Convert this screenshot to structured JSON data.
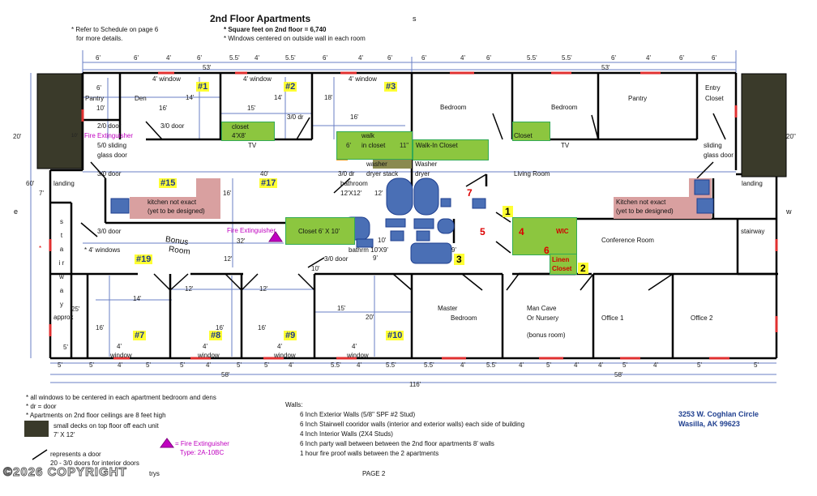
{
  "header": {
    "title": "2nd Floor Apartments",
    "compass_top": "s",
    "refer_note_1": "*  Refer to Schedule on page 6",
    "refer_note_2": "for more details.",
    "sqft_note": "*  Square feet on 2nd floor = 6,740",
    "windows_note": "*  Windows centered on outside wall in each room"
  },
  "compass": {
    "east": "e",
    "west": "w"
  },
  "top_dimensions": {
    "top_row": [
      "6'",
      "6'",
      "4'",
      "6'",
      "5.5'",
      "4'",
      "5.5'",
      "6'",
      "4'",
      "6'",
      "6'",
      "4'",
      "6'",
      "5.5'",
      "5.5'",
      "6'",
      "4'",
      "6'",
      "6'"
    ],
    "left_total": "53'",
    "right_total": "53'"
  },
  "side_dimensions": {
    "left_20": "20'",
    "left_60": "60'",
    "left_7": "7'",
    "right_20": "20''",
    "approx_25": "25'",
    "approx_5": "5'"
  },
  "rooms": {
    "pantry_left": "Pantry",
    "pantry_left_w": "6'",
    "pantry_left_h": "10'",
    "den": "Den",
    "den_w": "16'",
    "window_1": "4' window",
    "unit1": "#1",
    "unit1_h": "14'",
    "window_2": "4' window",
    "unit2": "#2",
    "unit2_w": "15'",
    "unit2_h": "14'",
    "unit3": "#3",
    "window_3": "4' window",
    "unit3_h": "18'",
    "unit3_w": "16'",
    "door_2_0": "2/0 door",
    "door_3_0a": "3/0 door",
    "door_3_0_dr": "3/0 dr",
    "closet_4x8": "closet\n4'X8'",
    "closet_a": "closet",
    "closet_b": "4'X8'",
    "tv_left": "TV",
    "fire_ext_left": "Fire Extinguisher",
    "ten_ft": "10'",
    "sliding_left_1": "5/0 sliding",
    "sliding_left_2": "glass door",
    "walk_in_closet_a": "walk",
    "walk_in_closet_b": "in closet",
    "wic_6": "6'",
    "wic_11": "11\"",
    "walk_in_closet_right": "Walk-In Closet",
    "bedroom_top": "Bedroom",
    "bedroom_top_right": "Bedroom",
    "closet_right": "Closet",
    "tv_right": "TV",
    "pantry_right": "Pantry",
    "entry_closet_1": "Entry",
    "entry_closet_2": "Closet",
    "sliding_right_1": "sliding",
    "sliding_right_2": "glass door",
    "door_3_0_b": "3/0 door",
    "forty_ft": "40'",
    "door_3_0_dr2": "3/0 dr",
    "washer_dryer_stack_1": "washer",
    "washer_dryer_stack_2": "dryer stack",
    "washer_dryer_1": "Washer",
    "washer_dryer_2": "dryer",
    "living_room": "Living Room",
    "landing_left": "landing",
    "landing_right": "landing",
    "unit15": "#15",
    "unit17": "#17",
    "kitchen_left_1": "kitchen not exact",
    "kitchen_left_2": "(yet to be designed)",
    "kitchen_right_1": "Kitchen not exact",
    "kitchen_right_2": "(yet to be designed)",
    "sixteen_ft": "16'",
    "bathroom_1": "bathroom",
    "bathroom_2": "12'X12'",
    "bath_12": "12'",
    "stairway_left": "stairway",
    "approx": "approx",
    "door_3_0_c": "3/0 door",
    "windows_4": "*  4' windows",
    "bonus_room_1": "Bonus",
    "bonus_room_2": "Room",
    "fire_ext_center": "Fire Extinguisher",
    "thirty_two": "32'",
    "closet_6x10": "Closet  6' X 10'",
    "unit19": "#19",
    "twelve_a": "12'",
    "ten_b": "10'",
    "bathrm": "bathrm 10'X9'",
    "nine_a": "9'",
    "nine_b": "9'",
    "door_3_0_d": "3/0 door",
    "ten_c": "10'",
    "wic_label": "WIC",
    "linen_1": "Linen",
    "linen_2": "Closet",
    "conference_room": "Conference Room",
    "stairway_right": "stairway",
    "fourteen": "14'",
    "twelve_b": "12'",
    "twelve_c": "12'",
    "fifteen": "15'",
    "twenty": "20'",
    "sixteen_a": "16'",
    "sixteen_b": "16'",
    "sixteen_c": "16'",
    "unit7": "#7",
    "unit8": "#8",
    "unit9": "#9",
    "unit10": "#10",
    "window_7a": "4'",
    "window_7b": "window",
    "window_8a": "4'",
    "window_8b": "window",
    "window_9a": "4'",
    "window_9b": "window",
    "window_10a": "4'",
    "window_10b": "window",
    "master_1": "Master",
    "master_2": "Bedroom",
    "mancave_1": "Man Cave",
    "mancave_2": "Or Nursery",
    "mancave_3": "(bonus room)",
    "office1": "Office 1",
    "office2": "Office 2"
  },
  "red_numbers": [
    "1",
    "2",
    "3",
    "4",
    "5",
    "6",
    "7"
  ],
  "bottom_dimensions": {
    "row": [
      "5'",
      "5'",
      "4'",
      "5'",
      "5'",
      "4'",
      "5'",
      "5'",
      "4'",
      "5.5'",
      "4'",
      "5.5'",
      "5.5'",
      "4'",
      "5.5'",
      "4'",
      "5'",
      "4'",
      "4'",
      "5'",
      "4'",
      "5'",
      "5'"
    ],
    "left_58": "58'",
    "right_58": "58'",
    "total": "116'"
  },
  "legend": {
    "note_windows": "*  all windows to be centered in each apartment bedroom and dens",
    "note_dr": "*  dr = door",
    "note_ceiling": "*  Apartments on 2nd floor ceilings are 8 feet high",
    "decks_1": "small decks on top floor off each unit",
    "decks_2": "7' X 12'",
    "door_1": "represents a door",
    "door_2": "20 - 3/0 doors for interior doors",
    "door_3": "trys",
    "fire_1": "=  Fire Extinguisher",
    "fire_2": "Type: 2A-10BC"
  },
  "walls": {
    "title": "Walls:",
    "items": [
      "6 Inch Exterior Walls (5/8\" SPF #2 Stud)",
      "6 Inch Stairwell cooridor walls (interior and exterior walls) each side of building",
      "4 Inch Interior Walls (2X4 Studs)",
      "6 Inch party wall between between the 2nd floor apartments 8' walls",
      "1 hour fire proof walls between the 2 apartments"
    ]
  },
  "address": {
    "line1": "3253 W. Coghlan Circle",
    "line2": "Wasilla, AK 99623"
  },
  "footer": {
    "copyright": "©2026 COPYRIGHT",
    "page": "PAGE 2"
  },
  "colors": {
    "closet_green": "#8cc63f",
    "kitchen_pink": "#d9a0a0",
    "fixture_blue": "#4a6fb5",
    "window_red": "#e03030",
    "highlight_yellow": "#ffff33",
    "fire_magenta": "#c000c0",
    "deck_dark": "#3a3a2a"
  }
}
